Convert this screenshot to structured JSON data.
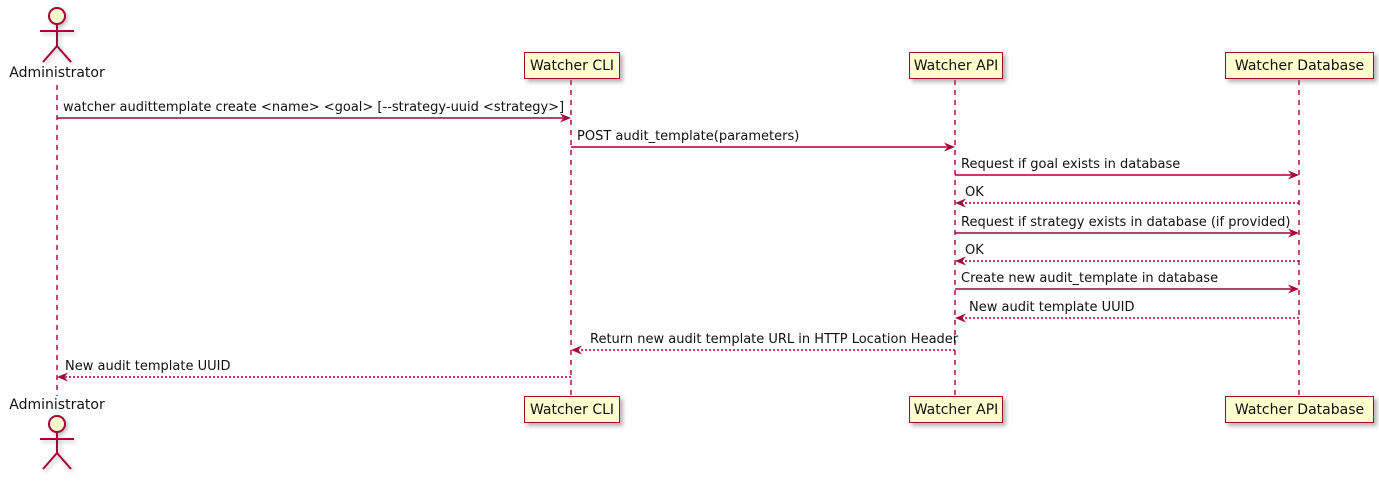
{
  "diagram": {
    "type": "uml-sequence",
    "actor": {
      "name": "Administrator"
    },
    "participants": [
      {
        "label": "Watcher CLI"
      },
      {
        "label": "Watcher API"
      },
      {
        "label": "Watcher Database"
      }
    ],
    "messages": [
      {
        "from": "Administrator",
        "to": "Watcher CLI",
        "style": "solid",
        "text": "watcher audittemplate create <name> <goal> [--strategy-uuid <strategy>]"
      },
      {
        "from": "Watcher CLI",
        "to": "Watcher API",
        "style": "solid",
        "text": "POST audit_template(parameters)"
      },
      {
        "from": "Watcher API",
        "to": "Watcher Database",
        "style": "solid",
        "text": "Request if goal exists in database"
      },
      {
        "from": "Watcher Database",
        "to": "Watcher API",
        "style": "dashed",
        "text": "OK"
      },
      {
        "from": "Watcher API",
        "to": "Watcher Database",
        "style": "solid",
        "text": "Request if strategy exists in database (if provided)"
      },
      {
        "from": "Watcher Database",
        "to": "Watcher API",
        "style": "dashed",
        "text": "OK"
      },
      {
        "from": "Watcher API",
        "to": "Watcher Database",
        "style": "solid",
        "text": "Create new audit_template in database"
      },
      {
        "from": "Watcher Database",
        "to": "Watcher API",
        "style": "dashed",
        "text": "New audit template UUID"
      },
      {
        "from": "Watcher API",
        "to": "Watcher CLI",
        "style": "dashed",
        "text": "Return new audit template URL in HTTP Location Header"
      },
      {
        "from": "Watcher CLI",
        "to": "Administrator",
        "style": "dashed",
        "text": "New audit template UUID"
      }
    ],
    "colors": {
      "line": "#A80036",
      "participant_fill": "#FEFECE",
      "participant_border": "#A80036",
      "actor_head_fill": "#FEFECE",
      "text": "#111111",
      "background": "#FFFFFF"
    }
  }
}
